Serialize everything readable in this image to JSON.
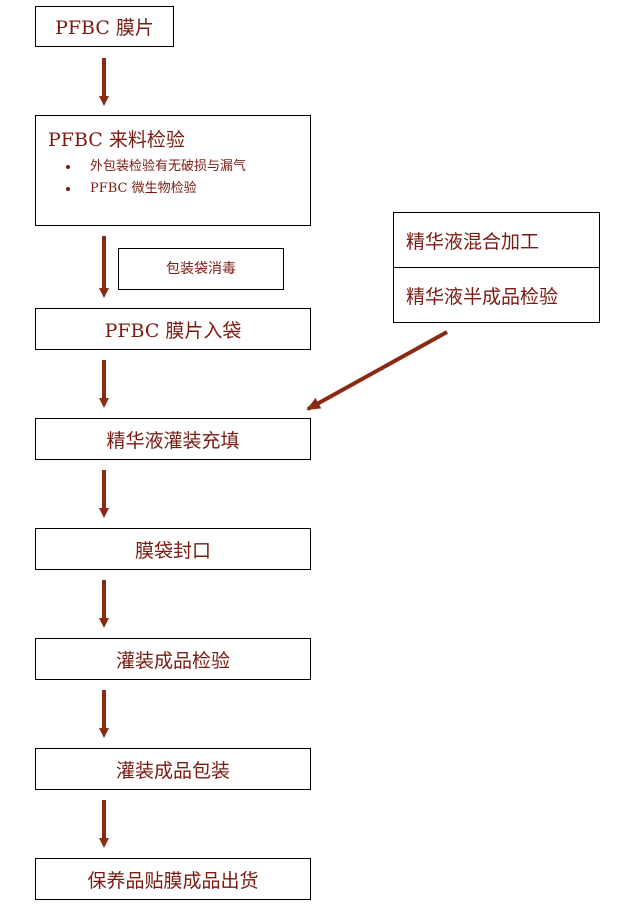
{
  "colors": {
    "arrow": "#8b2a12",
    "text": "#7a1a10",
    "border": "#000000"
  },
  "steps": {
    "pfbc_film": "PFBC 膜片",
    "incoming_check": {
      "title": "PFBC 来料检验",
      "bullets": [
        "外包装检验有无破损与漏气",
        "PFBC 微生物检验"
      ]
    },
    "bag_disinfect": "包装袋消毒",
    "film_bagging": "PFBC 膜片入袋",
    "essence_filling": "精华液灌装充填",
    "bag_sealing": "膜袋封口",
    "fill_product_check": "灌装成品检验",
    "fill_product_pack": "灌装成品包装",
    "shipping": "保养品贴膜成品出货"
  },
  "side_branch": {
    "mixing": "精华液混合加工",
    "semi_check": "精华液半成品检验"
  }
}
